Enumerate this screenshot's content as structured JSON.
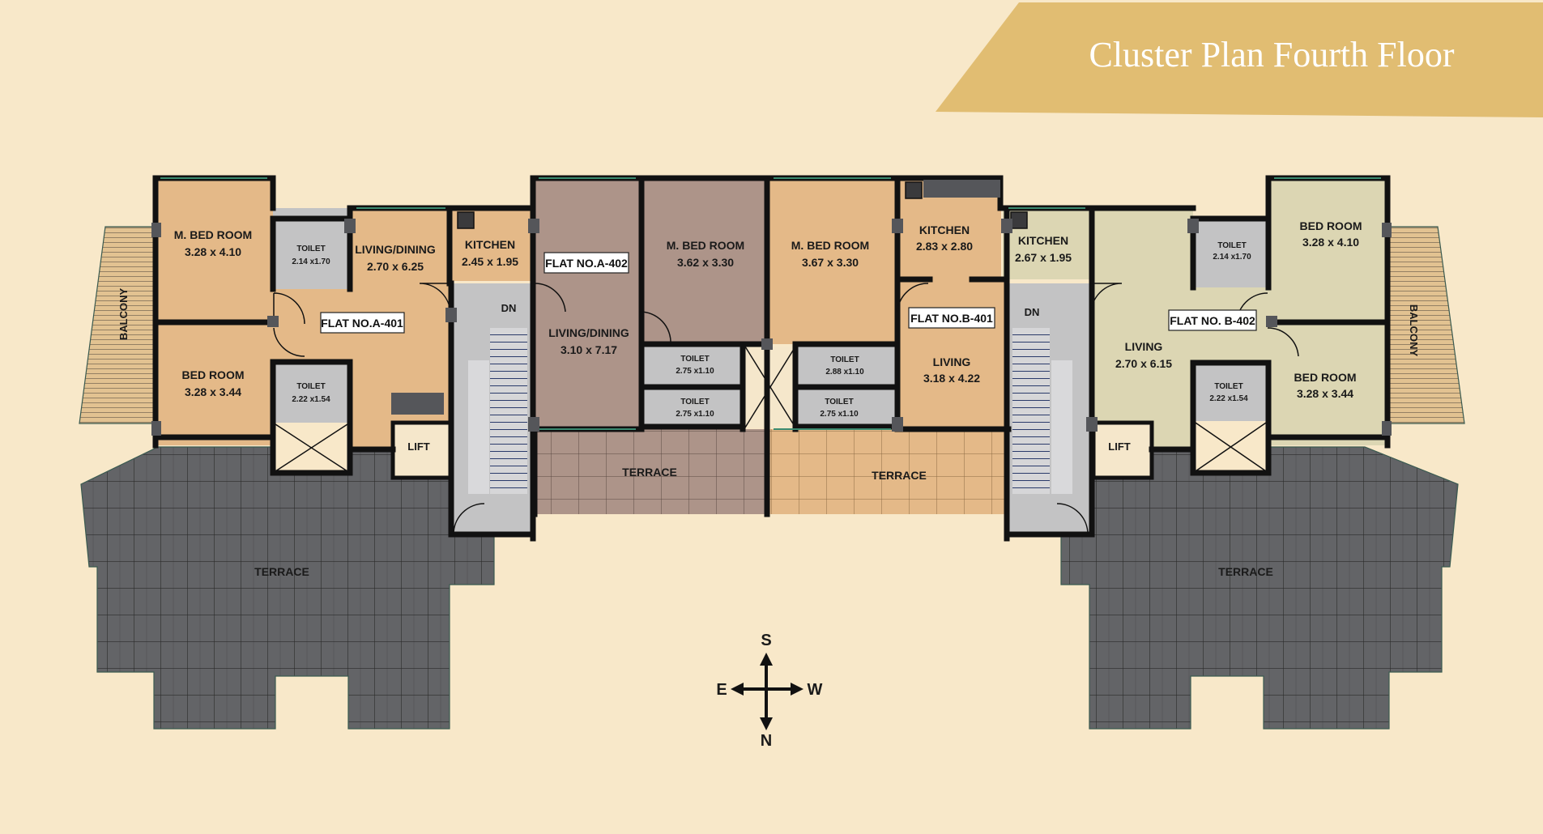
{
  "title": "Cluster Plan Fourth Floor",
  "colors": {
    "background": "#f8e8c9",
    "banner": "#e1bd72",
    "flat_a401": "#e4b988",
    "flat_a402": "#ad9489",
    "flat_b401": "#e4b988",
    "flat_b402": "#dcd6b3",
    "toilet": "#c3c3c4",
    "terrace_dark": "#636467",
    "terrace_a402": "#ad9489",
    "terrace_b401": "#e4b988",
    "balcony": "#e2c291"
  },
  "flats": {
    "a401": "FLAT NO.A-401",
    "a402": "FLAT NO.A-402",
    "b401": "FLAT NO.B-401",
    "b402": "FLAT NO. B-402"
  },
  "rooms": {
    "a401_mbed_name": "M. BED ROOM",
    "a401_mbed_dim": "3.28 x 4.10",
    "a401_toilet1_name": "TOILET",
    "a401_toilet1_dim": "2.14 x1.70",
    "a401_living_name": "LIVING/DINING",
    "a401_living_dim": "2.70 x 6.25",
    "a401_bed_name": "BED ROOM",
    "a401_bed_dim": "3.28 x 3.44",
    "a401_toilet2_name": "TOILET",
    "a401_toilet2_dim": "2.22 x1.54",
    "a401_kitchen_name": "KITCHEN",
    "a401_kitchen_dim": "2.45 x 1.95",
    "a402_mbed_name": "M. BED ROOM",
    "a402_mbed_dim": "3.62 x 3.30",
    "a402_living_name": "LIVING/DINING",
    "a402_living_dim": "3.10 x 7.17",
    "a402_toilet1_name": "TOILET",
    "a402_toilet1_dim": "2.75 x1.10",
    "a402_toilet2_name": "TOILET",
    "a402_toilet2_dim": "2.75 x1.10",
    "b401_mbed_name": "M. BED ROOM",
    "b401_mbed_dim": "3.67 x 3.30",
    "b401_kitchen_name": "KITCHEN",
    "b401_kitchen_dim": "2.83 x 2.80",
    "b401_living_name": "LIVING",
    "b401_living_dim": "3.18 x 4.22",
    "b401_toilet1_name": "TOILET",
    "b401_toilet1_dim": "2.88 x1.10",
    "b401_toilet2_name": "TOILET",
    "b401_toilet2_dim": "2.75 x1.10",
    "b402_kitchen_name": "KITCHEN",
    "b402_kitchen_dim": "2.67 x 1.95",
    "b402_living_name": "LIVING",
    "b402_living_dim": "2.70 x 6.15",
    "b402_toilet1_name": "TOILET",
    "b402_toilet1_dim": "2.14 x1.70",
    "b402_bed1_name": "BED ROOM",
    "b402_bed1_dim": "3.28 x 4.10",
    "b402_toilet2_name": "TOILET",
    "b402_toilet2_dim": "2.22 x1.54",
    "b402_bed2_name": "BED ROOM",
    "b402_bed2_dim": "3.28 x 3.44"
  },
  "labels": {
    "terrace": "TERRACE",
    "balcony": "BALCONY",
    "lift": "LIFT",
    "down": "DN"
  },
  "compass": {
    "south": "S",
    "north": "N",
    "east": "E",
    "west": "W"
  }
}
